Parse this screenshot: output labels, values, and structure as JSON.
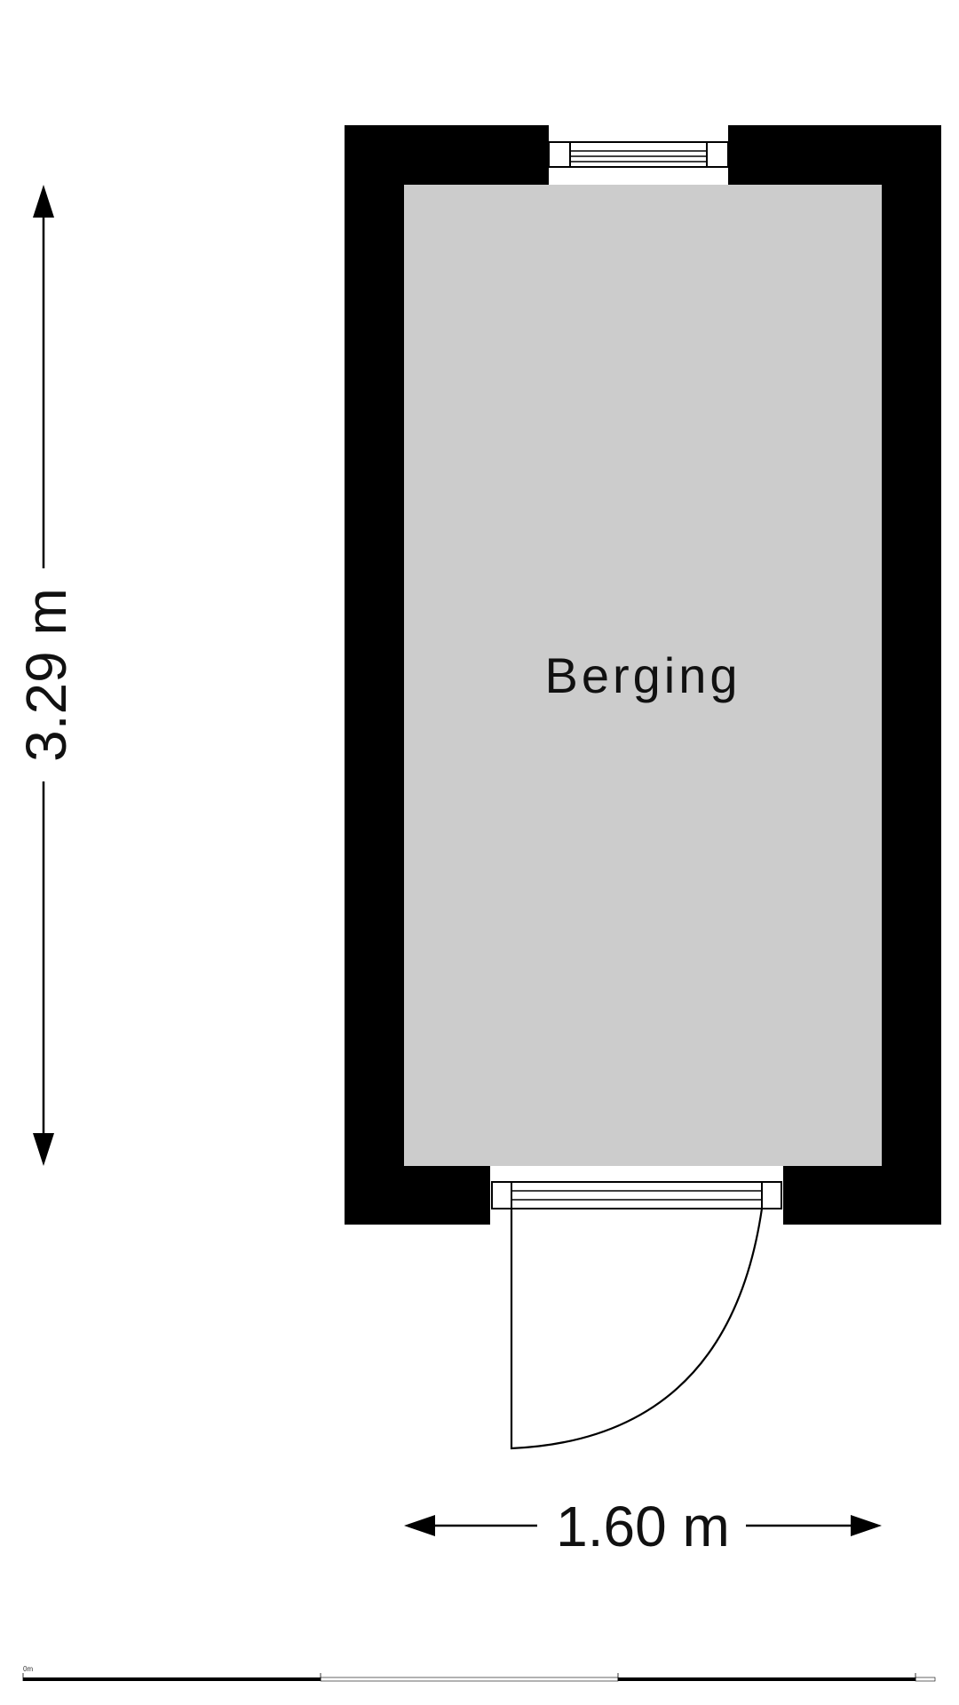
{
  "room": {
    "name": "Berging",
    "floor_color": "#cccccc",
    "wall_color": "#000000"
  },
  "dimensions": {
    "height_label": "3.29 m",
    "width_label": "1.60 m"
  },
  "scale_bar": {
    "origin_label": "0m"
  }
}
